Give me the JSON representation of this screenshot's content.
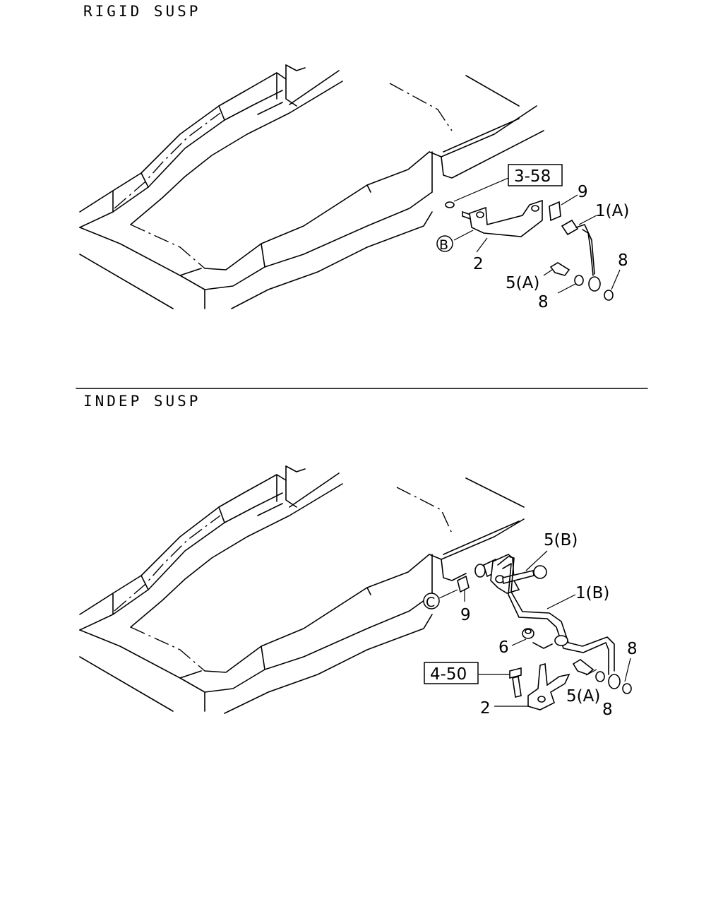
{
  "sections": {
    "rigid": {
      "title": "RIGID SUSP"
    },
    "indep": {
      "title": "INDEP SUSP"
    }
  },
  "callouts": {
    "rigid": {
      "ref_box": "3-58",
      "c9": "9",
      "c1a": "1(A)",
      "cb": "B",
      "c2": "2",
      "c8a": "8",
      "c5a": "5(A)",
      "c8b": "8"
    },
    "indep": {
      "c5b": "5(B)",
      "c1b": "1(B)",
      "cc": "C",
      "c9": "9",
      "c6": "6",
      "c8a": "8",
      "ref_box": "4-50",
      "c5a": "5(A)",
      "c8b": "8",
      "c2": "2"
    }
  }
}
